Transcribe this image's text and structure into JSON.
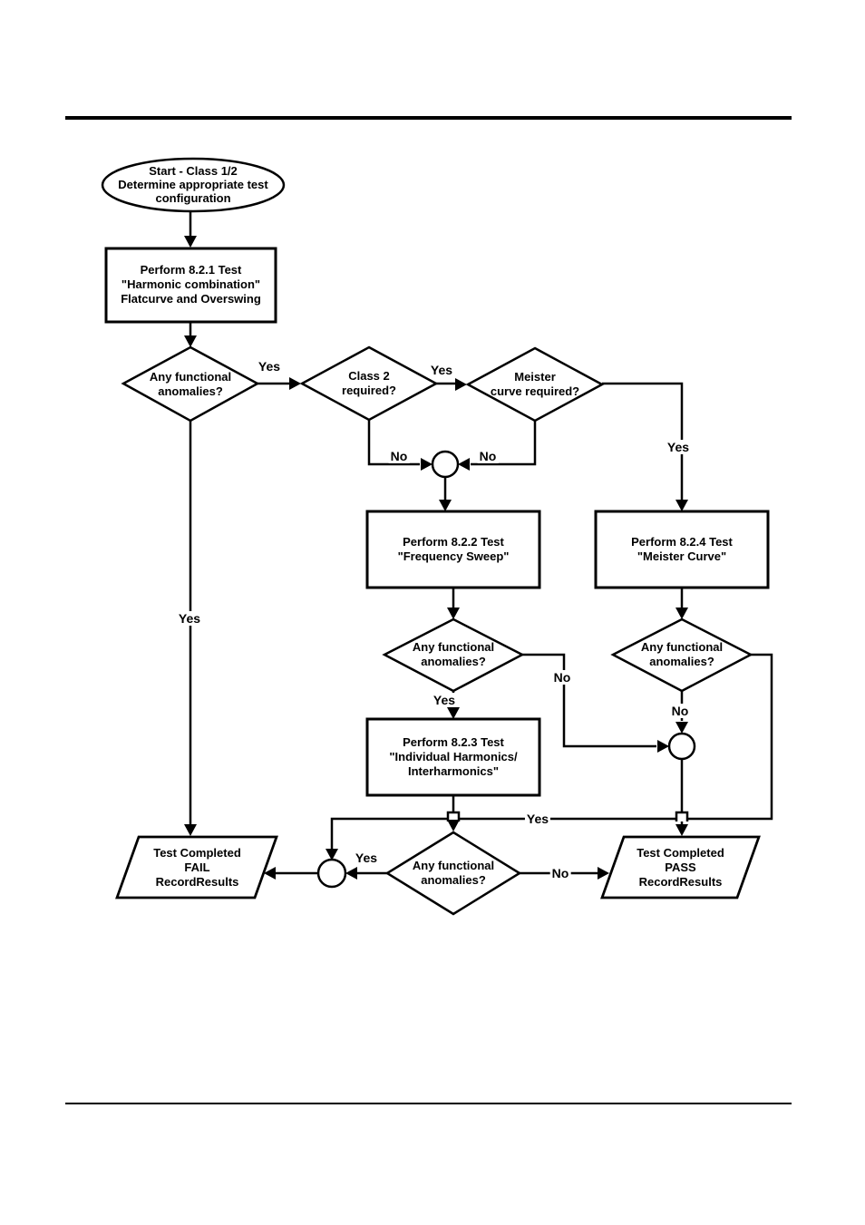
{
  "colors": {
    "ink": "#000000",
    "paper": "#ffffff"
  },
  "flowchart": {
    "nodes": {
      "start": "Start - Class 1/2\nDetermine appropriate test\nconfiguration",
      "process_8_2_1": "Perform 8.2.1 Test\n\"Harmonic combination\"\nFlatcurve and Overswing",
      "decision_anomalies_1": "Any functional\nanomalies?",
      "decision_class_2": "Class 2\nrequired?",
      "decision_meister": "Meister\ncurve required?",
      "process_8_2_2": "Perform 8.2.2 Test\n\"Frequency Sweep\"",
      "process_8_2_4": "Perform 8.2.4 Test\n\"Meister Curve\"",
      "decision_anomalies_2": "Any functional\nanomalies?",
      "decision_anomalies_3": "Any functional\nanomalies?",
      "process_8_2_3": "Perform 8.2.3 Test\n\"Individual Harmonics/\nInterharmonics\"",
      "decision_anomalies_4": "Any functional\nanomalies?",
      "output_fail": "Test Completed\nFAIL\nRecordResults",
      "output_pass": "Test Completed\nPASS\nRecordResults"
    },
    "edge_labels": [
      {
        "edge": "anomalies1-to-class2",
        "text": "Yes"
      },
      {
        "edge": "class2-to-meister",
        "text": "Yes"
      },
      {
        "edge": "class2-to-junction1",
        "text": "No"
      },
      {
        "edge": "meister-to-junction1",
        "text": "No"
      },
      {
        "edge": "meister-to-8-2-4",
        "text": "Yes"
      },
      {
        "edge": "anomalies1-to-fail",
        "text": "Yes"
      },
      {
        "edge": "anomalies2-to-8-2-3",
        "text": "Yes"
      },
      {
        "edge": "anomalies2-to-junction2",
        "text": "No"
      },
      {
        "edge": "anomalies3-to-junction2",
        "text": "No"
      },
      {
        "edge": "anomalies3-to-junction3",
        "text": "Yes"
      },
      {
        "edge": "anomalies4-to-junction3",
        "text": "Yes"
      },
      {
        "edge": "anomalies4-to-pass",
        "text": "No"
      }
    ]
  }
}
